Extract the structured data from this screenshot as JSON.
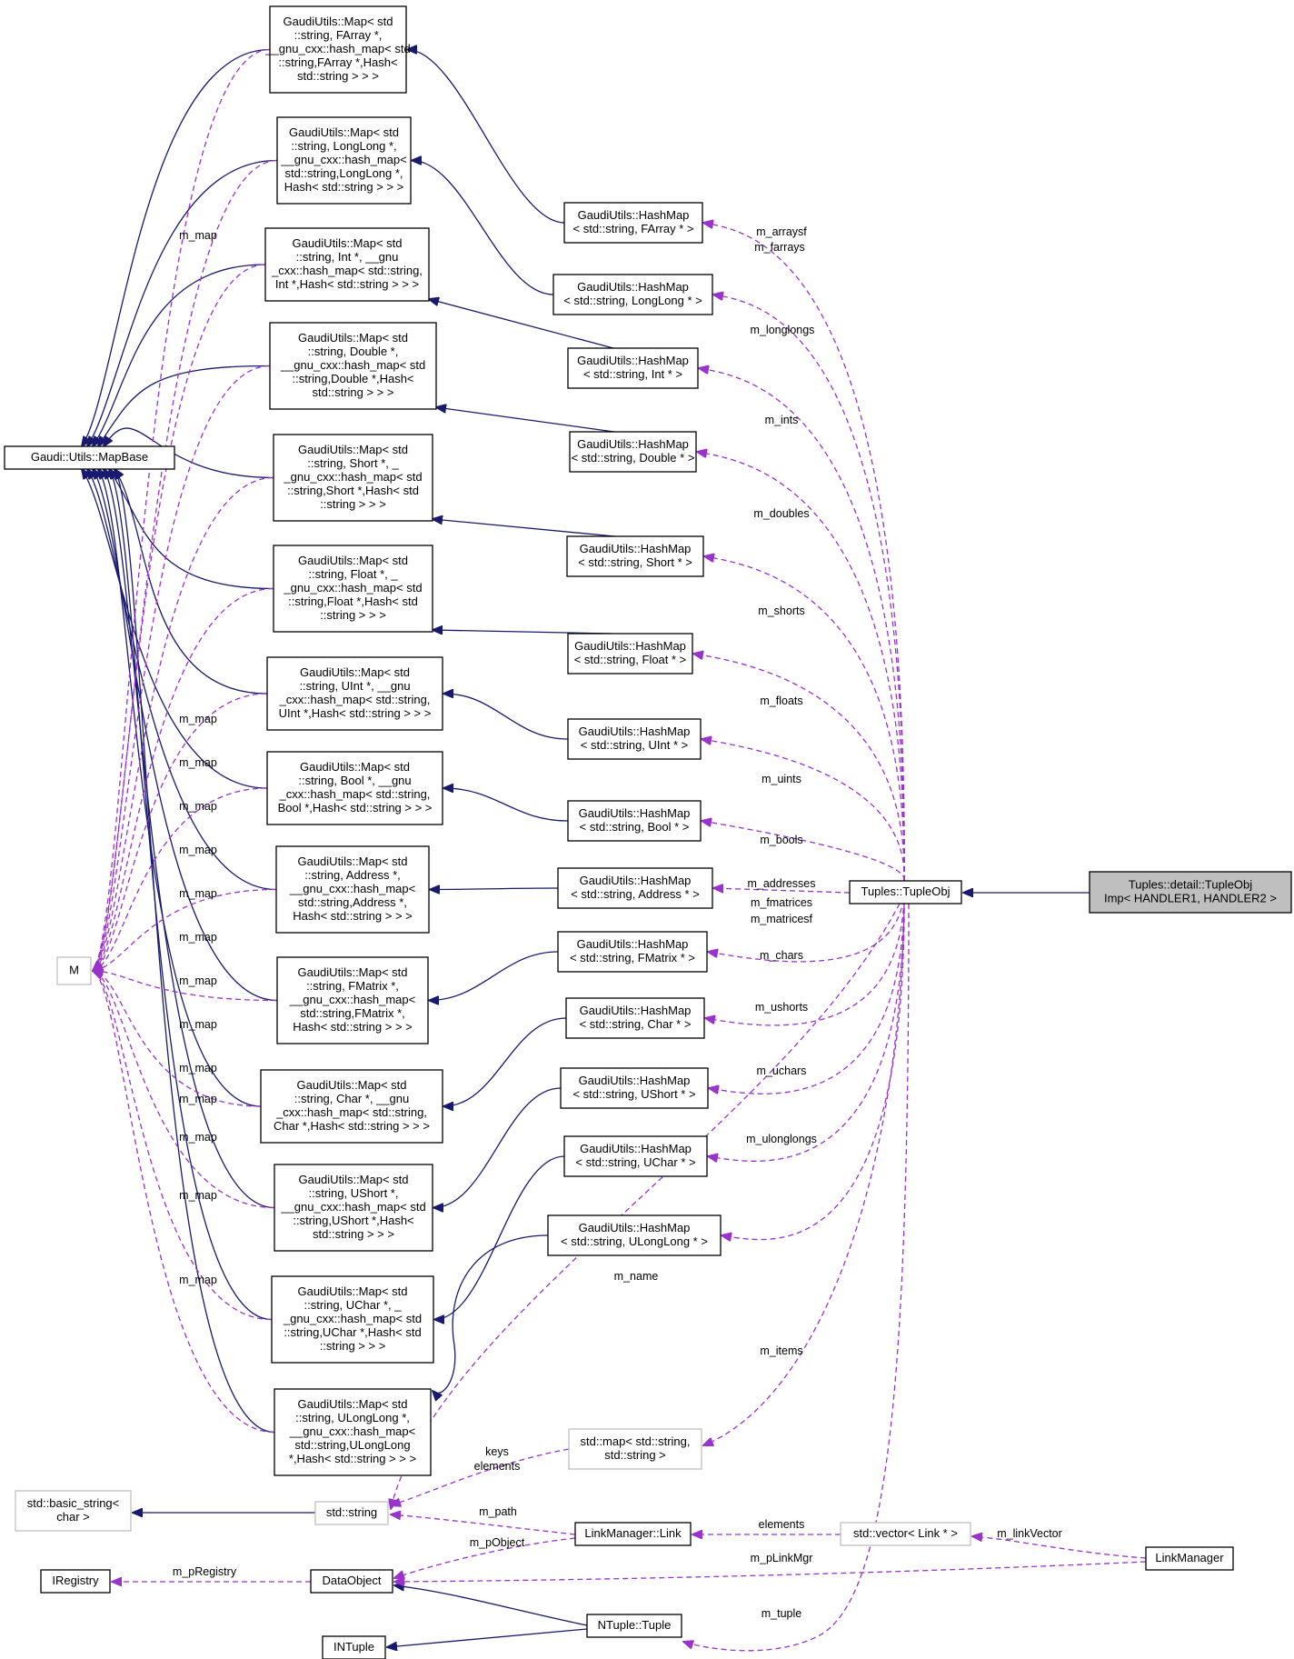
{
  "colors": {
    "inheritance_edge": "#191970",
    "usage_edge": "#9a32cd",
    "highlight_fill": "#bfbfbf",
    "undocumented_border": "#bfbfbf"
  },
  "nodes": [
    {
      "id": "tuple_obj_imp",
      "lines": [
        "Tuples::detail::TupleObj",
        "Imp< HANDLER1, HANDLER2 >"
      ],
      "style": "highlight"
    },
    {
      "id": "tuple_obj",
      "lines": [
        "Tuples::TupleObj"
      ],
      "style": "normal"
    },
    {
      "id": "mapbase",
      "lines": [
        "Gaudi::Utils::MapBase"
      ],
      "style": "normal"
    },
    {
      "id": "m_template",
      "lines": [
        "M"
      ],
      "style": "gray"
    },
    {
      "id": "map_farray",
      "lines": [
        "GaudiUtils::Map< std",
        "::string, FArray *,",
        "__gnu_cxx::hash_map< std",
        "::string,FArray *,Hash<",
        "std::string > > >"
      ],
      "style": "normal"
    },
    {
      "id": "map_longlong",
      "lines": [
        "GaudiUtils::Map< std",
        "::string, LongLong *,",
        "__gnu_cxx::hash_map<",
        "std::string,LongLong *,",
        "Hash< std::string > > >"
      ],
      "style": "normal"
    },
    {
      "id": "map_int",
      "lines": [
        "GaudiUtils::Map< std",
        "::string, Int *, __gnu",
        "_cxx::hash_map< std::string,",
        "Int *,Hash< std::string > > >"
      ],
      "style": "normal"
    },
    {
      "id": "map_double",
      "lines": [
        "GaudiUtils::Map< std",
        "::string, Double *,",
        "__gnu_cxx::hash_map< std",
        "::string,Double *,Hash<",
        "std::string > > >"
      ],
      "style": "normal"
    },
    {
      "id": "map_short",
      "lines": [
        "GaudiUtils::Map< std",
        "::string, Short *, _",
        "_gnu_cxx::hash_map< std",
        "::string,Short *,Hash< std",
        "::string > > >"
      ],
      "style": "normal"
    },
    {
      "id": "map_float",
      "lines": [
        "GaudiUtils::Map< std",
        "::string, Float *, _",
        "_gnu_cxx::hash_map< std",
        "::string,Float *,Hash< std",
        "::string > > >"
      ],
      "style": "normal"
    },
    {
      "id": "map_uint",
      "lines": [
        "GaudiUtils::Map< std",
        "::string, UInt *, __gnu",
        "_cxx::hash_map< std::string,",
        "UInt *,Hash< std::string > > >"
      ],
      "style": "normal"
    },
    {
      "id": "map_bool",
      "lines": [
        "GaudiUtils::Map< std",
        "::string, Bool *, __gnu",
        "_cxx::hash_map< std::string,",
        "Bool *,Hash< std::string > > >"
      ],
      "style": "normal"
    },
    {
      "id": "map_address",
      "lines": [
        "GaudiUtils::Map< std",
        "::string, Address *,",
        "__gnu_cxx::hash_map<",
        "std::string,Address *,",
        "Hash< std::string > > >"
      ],
      "style": "normal"
    },
    {
      "id": "map_fmatrix",
      "lines": [
        "GaudiUtils::Map< std",
        "::string, FMatrix *,",
        "__gnu_cxx::hash_map<",
        "std::string,FMatrix *,",
        "Hash< std::string > > >"
      ],
      "style": "normal"
    },
    {
      "id": "map_char",
      "lines": [
        "GaudiUtils::Map< std",
        "::string, Char *, __gnu",
        "_cxx::hash_map< std::string,",
        "Char *,Hash< std::string > > >"
      ],
      "style": "normal"
    },
    {
      "id": "map_ushort",
      "lines": [
        "GaudiUtils::Map< std",
        "::string, UShort *,",
        "__gnu_cxx::hash_map< std",
        "::string,UShort *,Hash<",
        "std::string > > >"
      ],
      "style": "normal"
    },
    {
      "id": "map_uchar",
      "lines": [
        "GaudiUtils::Map< std",
        "::string, UChar *, _",
        "_gnu_cxx::hash_map< std",
        "::string,UChar *,Hash< std",
        "::string > > >"
      ],
      "style": "normal"
    },
    {
      "id": "map_ulonglong",
      "lines": [
        "GaudiUtils::Map< std",
        "::string, ULongLong *,",
        "__gnu_cxx::hash_map<",
        "std::string,ULongLong",
        "*,Hash< std::string > > >"
      ],
      "style": "normal"
    },
    {
      "id": "hm_farray",
      "lines": [
        "GaudiUtils::HashMap",
        "< std::string, FArray * >"
      ],
      "style": "normal"
    },
    {
      "id": "hm_longlong",
      "lines": [
        "GaudiUtils::HashMap",
        "< std::string, LongLong * >"
      ],
      "style": "normal"
    },
    {
      "id": "hm_int",
      "lines": [
        "GaudiUtils::HashMap",
        "< std::string, Int * >"
      ],
      "style": "normal"
    },
    {
      "id": "hm_double",
      "lines": [
        "GaudiUtils::HashMap",
        "< std::string, Double * >"
      ],
      "style": "normal"
    },
    {
      "id": "hm_short",
      "lines": [
        "GaudiUtils::HashMap",
        "< std::string, Short * >"
      ],
      "style": "normal"
    },
    {
      "id": "hm_float",
      "lines": [
        "GaudiUtils::HashMap",
        "< std::string, Float * >"
      ],
      "style": "normal"
    },
    {
      "id": "hm_uint",
      "lines": [
        "GaudiUtils::HashMap",
        "< std::string, UInt * >"
      ],
      "style": "normal"
    },
    {
      "id": "hm_bool",
      "lines": [
        "GaudiUtils::HashMap",
        "< std::string, Bool * >"
      ],
      "style": "normal"
    },
    {
      "id": "hm_address",
      "lines": [
        "GaudiUtils::HashMap",
        "< std::string, Address * >"
      ],
      "style": "normal"
    },
    {
      "id": "hm_fmatrix",
      "lines": [
        "GaudiUtils::HashMap",
        "< std::string, FMatrix * >"
      ],
      "style": "normal"
    },
    {
      "id": "hm_char",
      "lines": [
        "GaudiUtils::HashMap",
        "< std::string, Char * >"
      ],
      "style": "normal"
    },
    {
      "id": "hm_ushort",
      "lines": [
        "GaudiUtils::HashMap",
        "< std::string, UShort * >"
      ],
      "style": "normal"
    },
    {
      "id": "hm_uchar",
      "lines": [
        "GaudiUtils::HashMap",
        "< std::string, UChar * >"
      ],
      "style": "normal"
    },
    {
      "id": "hm_ulonglong",
      "lines": [
        "GaudiUtils::HashMap",
        "< std::string, ULongLong * >"
      ],
      "style": "normal"
    },
    {
      "id": "std_map",
      "lines": [
        "std::map< std::string,",
        "std::string >"
      ],
      "style": "gray"
    },
    {
      "id": "basic_string",
      "lines": [
        "std::basic_string<",
        "char >"
      ],
      "style": "gray"
    },
    {
      "id": "std_string",
      "lines": [
        "std::string"
      ],
      "style": "gray"
    },
    {
      "id": "link",
      "lines": [
        "LinkManager::Link"
      ],
      "style": "normal"
    },
    {
      "id": "vector_link",
      "lines": [
        "std::vector< Link * >"
      ],
      "style": "gray"
    },
    {
      "id": "link_manager",
      "lines": [
        "LinkManager"
      ],
      "style": "normal"
    },
    {
      "id": "iregistry",
      "lines": [
        "IRegistry"
      ],
      "style": "normal"
    },
    {
      "id": "data_object",
      "lines": [
        "DataObject"
      ],
      "style": "normal"
    },
    {
      "id": "ntuple_tuple",
      "lines": [
        "NTuple::Tuple"
      ],
      "style": "normal"
    },
    {
      "id": "intuple",
      "lines": [
        "INTuple"
      ],
      "style": "normal"
    }
  ],
  "edge_labels": {
    "m_map": "m_map",
    "m_arraysf": "m_arraysf",
    "m_farrays": "m_farrays",
    "m_longlongs": "m_longlongs",
    "m_ints": "m_ints",
    "m_doubles": "m_doubles",
    "m_shorts": "m_shorts",
    "m_floats": "m_floats",
    "m_uints": "m_uints",
    "m_bools": "m_bools",
    "m_addresses": "m_addresses",
    "m_fmatrices": "m_fmatrices",
    "m_matricesf": "m_matricesf",
    "m_chars": "m_chars",
    "m_ushorts": "m_ushorts",
    "m_uchars": "m_uchars",
    "m_ulonglongs": "m_ulonglongs",
    "m_name": "m_name",
    "m_items": "m_items",
    "keys": "keys",
    "elements": "elements",
    "m_path": "m_path",
    "m_pObject": "m_pObject",
    "m_linkVector": "m_linkVector",
    "m_pLinkMgr": "m_pLinkMgr",
    "m_pRegistry": "m_pRegistry",
    "m_tuple": "m_tuple"
  }
}
